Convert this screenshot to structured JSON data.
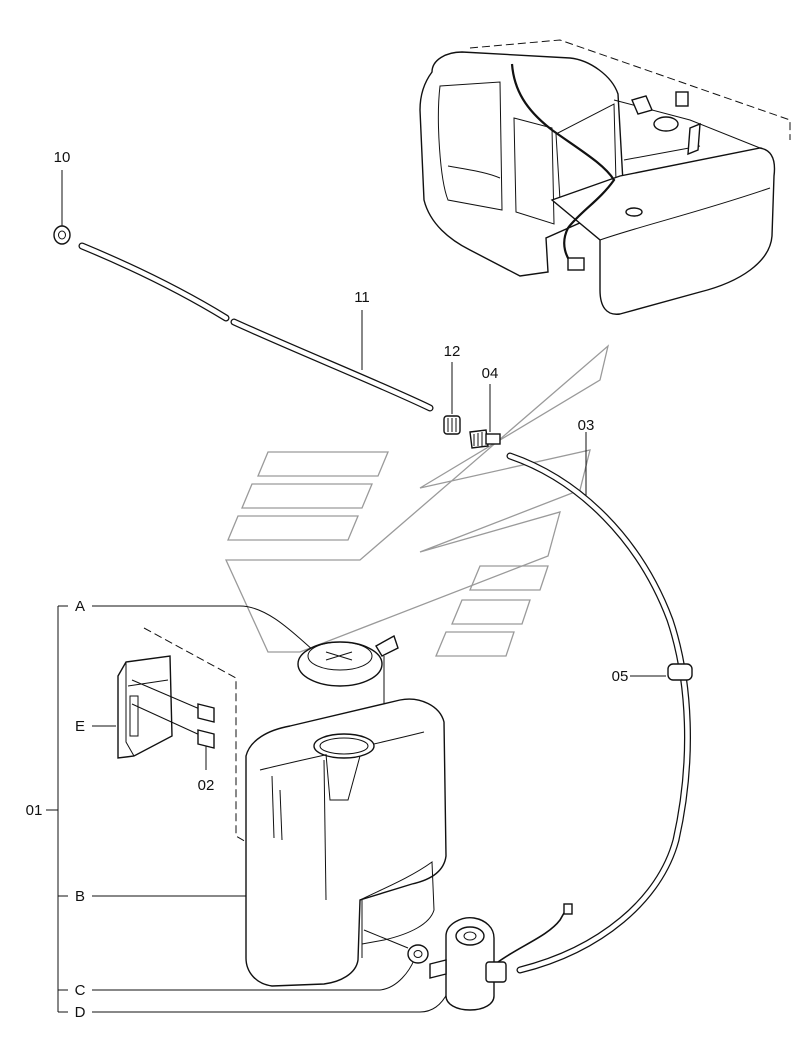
{
  "labels": {
    "p01": "01",
    "p02": "02",
    "p03": "03",
    "p04": "04",
    "p05": "05",
    "p10": "10",
    "p11": "11",
    "p12": "12",
    "sub_a": "A",
    "sub_b": "B",
    "sub_c": "C",
    "sub_d": "D",
    "sub_e": "E"
  }
}
